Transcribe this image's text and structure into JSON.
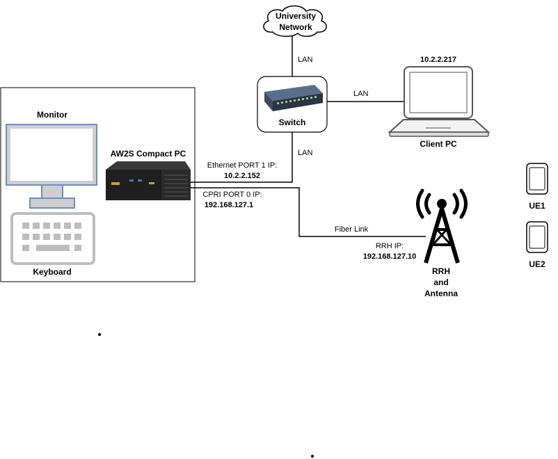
{
  "diagram": {
    "cloud_line1": "University",
    "cloud_line2": "Network",
    "lan_cloud_switch": "LAN",
    "switch_label": "Switch",
    "lan_switch_client": "LAN",
    "client_ip": "10.2.2.217",
    "client_label": "Client PC",
    "lan_switch_pc": "LAN",
    "monitor_label": "Monitor",
    "keyboard_label": "Keyboard",
    "compact_pc_label": "AW2S Compact PC",
    "eth_port_label": "Ethernet PORT 1 IP:",
    "eth_port_ip": "10.2.2.152",
    "cpri_port_label": "CPRI PORT 0 IP:",
    "cpri_port_ip": "192.168.127.1",
    "fiber_label": "Fiber Link",
    "rrh_ip_label": "RRH IP:",
    "rrh_ip": "192.168.127.10",
    "rrh_line1": "RRH",
    "rrh_line2": "and",
    "rrh_line3": "Antenna",
    "ue1": "UE1",
    "ue2": "UE2"
  }
}
